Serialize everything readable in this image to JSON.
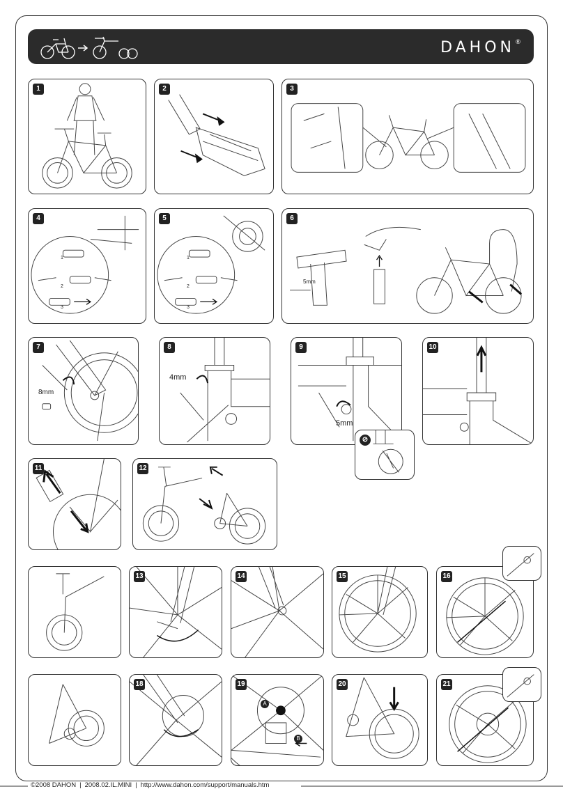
{
  "header": {
    "brand": "DAHON",
    "trademark": "®"
  },
  "steps": [
    {
      "n": "1"
    },
    {
      "n": "2"
    },
    {
      "n": "3"
    },
    {
      "n": "4"
    },
    {
      "n": "5"
    },
    {
      "n": "6"
    },
    {
      "n": "7"
    },
    {
      "n": "8"
    },
    {
      "n": "9"
    },
    {
      "n": "10"
    },
    {
      "n": "11"
    },
    {
      "n": "12"
    },
    {
      "n": "13"
    },
    {
      "n": "14"
    },
    {
      "n": "15"
    },
    {
      "n": "16"
    },
    {
      "n": "18"
    },
    {
      "n": "19"
    },
    {
      "n": "20"
    },
    {
      "n": "21"
    }
  ],
  "labels": {
    "step4_sub": [
      "1",
      "2",
      "3"
    ],
    "step5_sub": [
      "1",
      "2",
      "3"
    ],
    "step6_tool": "5mm",
    "step7_tool": "8mm",
    "step8_tool": "4mm",
    "step9_tool": "5mm",
    "step19_a": "A",
    "step19_b": "B"
  },
  "footer": {
    "copyright": "©2008 DAHON",
    "code": "2008.02.IL.MINI",
    "url": "http://www.dahon.com/support/manuals.htm",
    "separator": "|"
  }
}
